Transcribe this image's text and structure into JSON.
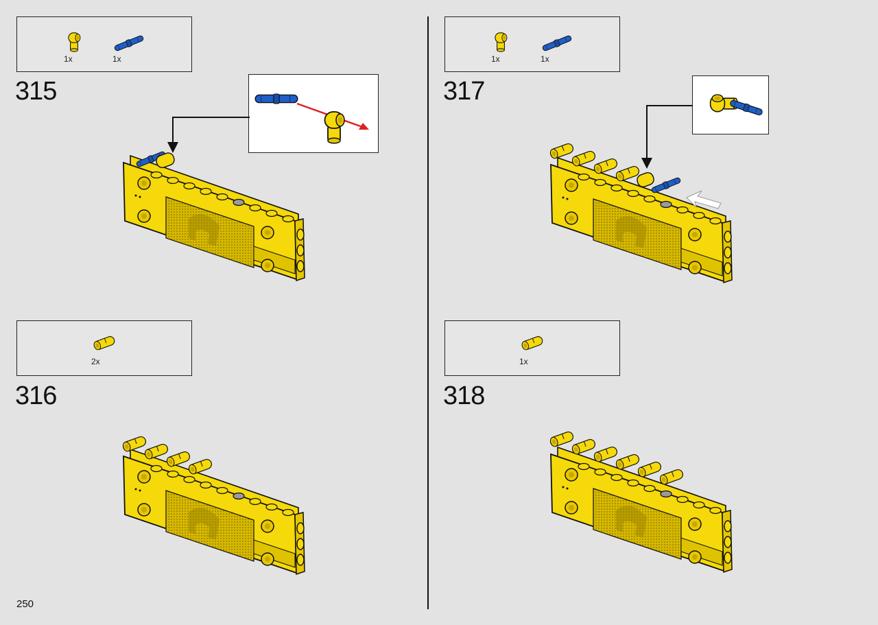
{
  "page_number": "250",
  "colors": {
    "yellow": "#f5d90a",
    "yellow_dark": "#c9a800",
    "blue": "#1f5fc8",
    "arrow_red": "#e02020",
    "outline": "#111111"
  },
  "steps": [
    {
      "number": "315",
      "parts": [
        {
          "icon": "yellow-axle-connector-icon",
          "qty": "1x"
        },
        {
          "icon": "blue-axle-pin-icon",
          "qty": "1x"
        }
      ]
    },
    {
      "number": "316",
      "parts": [
        {
          "icon": "yellow-pin-connector-icon",
          "qty": "2x"
        }
      ]
    },
    {
      "number": "317",
      "parts": [
        {
          "icon": "yellow-axle-connector-icon",
          "qty": "1x"
        },
        {
          "icon": "blue-axle-pin-icon",
          "qty": "1x"
        }
      ]
    },
    {
      "number": "318",
      "parts": [
        {
          "icon": "yellow-pin-connector-icon",
          "qty": "1x"
        }
      ]
    }
  ]
}
